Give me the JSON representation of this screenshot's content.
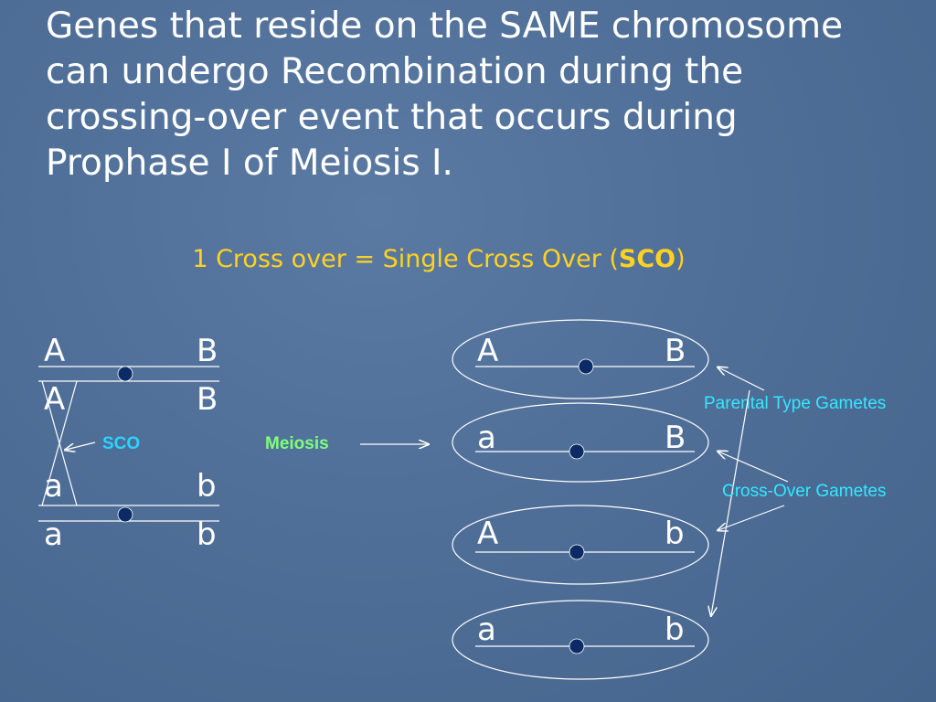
{
  "slide": {
    "title": "Genes that reside on the SAME chromosome can undergo Recombination during the crossing-over event that occurs during Prophase I of Meiosis I.",
    "subtitle_prefix": "1 Cross over = Single Cross Over (",
    "subtitle_bold": "SCO",
    "subtitle_suffix": ")"
  },
  "colors": {
    "subtitle": "#ffd21f",
    "sco_label": "#2ad4ff",
    "meiosis_label": "#7dff7d",
    "gamete_label": "#34e8ff",
    "centromere": "#0b2a66"
  },
  "left": {
    "rows": [
      {
        "left": "A",
        "right": "B"
      },
      {
        "left": "A",
        "right": "B"
      },
      {
        "left": "a",
        "right": "b"
      },
      {
        "left": "a",
        "right": "b"
      }
    ],
    "sco_label": "SCO"
  },
  "meiosis_label": "Meiosis",
  "gametes": [
    {
      "left": "A",
      "right": "B"
    },
    {
      "left": "a",
      "right": "B"
    },
    {
      "left": "A",
      "right": "b"
    },
    {
      "left": "a",
      "right": "b"
    }
  ],
  "labels": {
    "parental": "Parental Type Gametes",
    "crossover": "Cross-Over Gametes"
  }
}
